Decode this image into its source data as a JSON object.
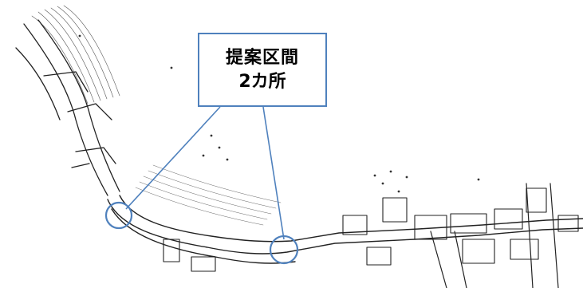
{
  "callout": {
    "line1": "提案区間",
    "line2": "2カ所"
  },
  "colors": {
    "callout_border": "#4f81bd",
    "highlight_circle": "#4f81bd",
    "leader_line": "#4f81bd",
    "drawing_ink": "#222222"
  },
  "markers": [
    {
      "name": "proposal-section-1",
      "shape": "circle"
    },
    {
      "name": "proposal-section-2",
      "shape": "circle"
    }
  ]
}
